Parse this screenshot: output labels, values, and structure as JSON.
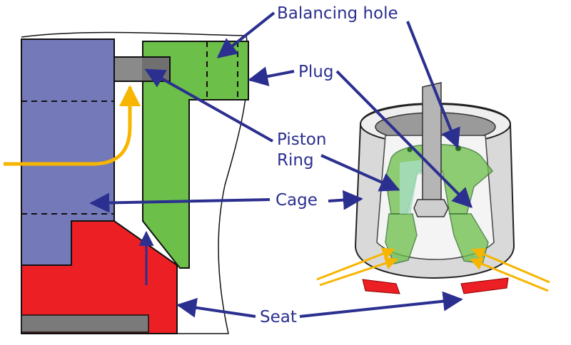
{
  "labels": {
    "balancing_hole": "Balancing hole",
    "plug": "Plug",
    "piston_ring_line1": "Piston",
    "piston_ring_line2": "Ring",
    "cage": "Cage",
    "seat": "Seat"
  },
  "colors": {
    "cage": "#7479b9",
    "plug": "#6cbf48",
    "seat": "#ec1f24",
    "ring": "#707070",
    "flow": "#f7b500",
    "arrow": "#2b2f8f",
    "plug_light": "#a6dcc0",
    "body_grey": "#d9d9d9"
  }
}
